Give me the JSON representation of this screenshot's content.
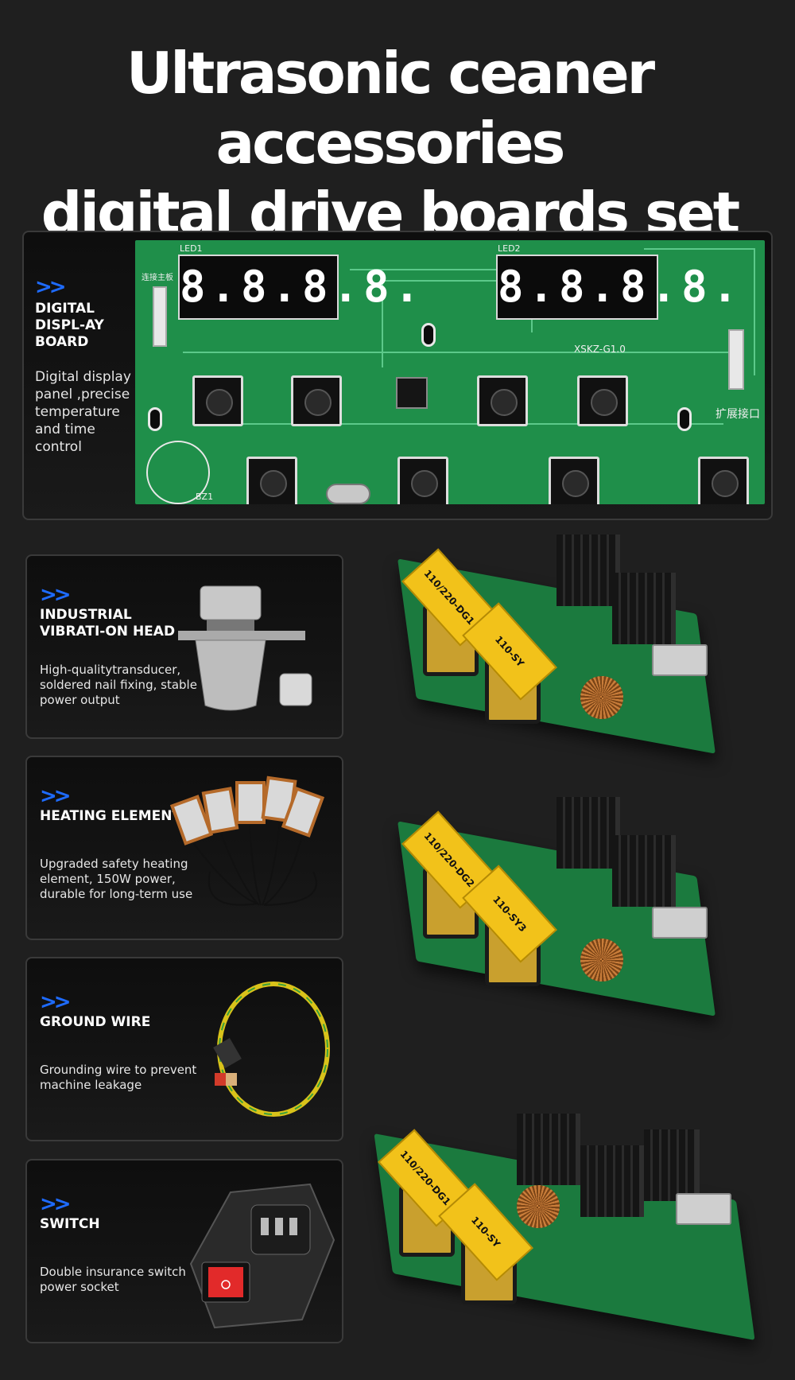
{
  "title": {
    "line1": "Ultrasonic ceaner accessories",
    "line2": "digital drive boards set"
  },
  "display_board": {
    "arrows": ">>",
    "name": "DIGITAL DISPL-AY BOARD",
    "desc": "Digital display panel ,precise temperature and time control",
    "pcb": {
      "led1": "LED1",
      "led2": "LED2",
      "digits1": "8.8.8.8.",
      "digits2": "8.8.8.8.",
      "model": "XSKZ-G1.0",
      "connector_left": "连接主板",
      "connector_right": "扩展接口",
      "buzzer": "BZ1"
    }
  },
  "accessories": [
    {
      "arrows": ">>",
      "name": "INDUSTRIAL VIBRATI-ON HEAD",
      "desc": "High-qualitytransducer, soldered nail fixing, stable power output",
      "icon": "transducer-icon"
    },
    {
      "arrows": ">>",
      "name": "HEATING ELEMENT",
      "desc": "Upgraded safety heating element, 150W power, durable for long-term use",
      "icon": "heating-element-icon"
    },
    {
      "arrows": ">>",
      "name": "GROUND WIRE",
      "desc": "Grounding wire to prevent machine leakage",
      "icon": "ground-wire-icon"
    },
    {
      "arrows": ">>",
      "name": "SWITCH",
      "desc": "Double insurance switch power socket",
      "icon": "power-switch-socket-icon"
    }
  ],
  "drive_boards": [
    {
      "transformer1": "110/220-DG1",
      "transformer2": "110-SY"
    },
    {
      "transformer1": "110/220-DG2",
      "transformer2": "110-SY3"
    },
    {
      "transformer1": "110/220-DG1",
      "transformer2": "110-SY"
    }
  ],
  "colors": {
    "background": "#1f1f1f",
    "accent": "#1e6bff",
    "pcb_green": "#1f8f4a",
    "transformer_yellow": "#f2c21a"
  }
}
